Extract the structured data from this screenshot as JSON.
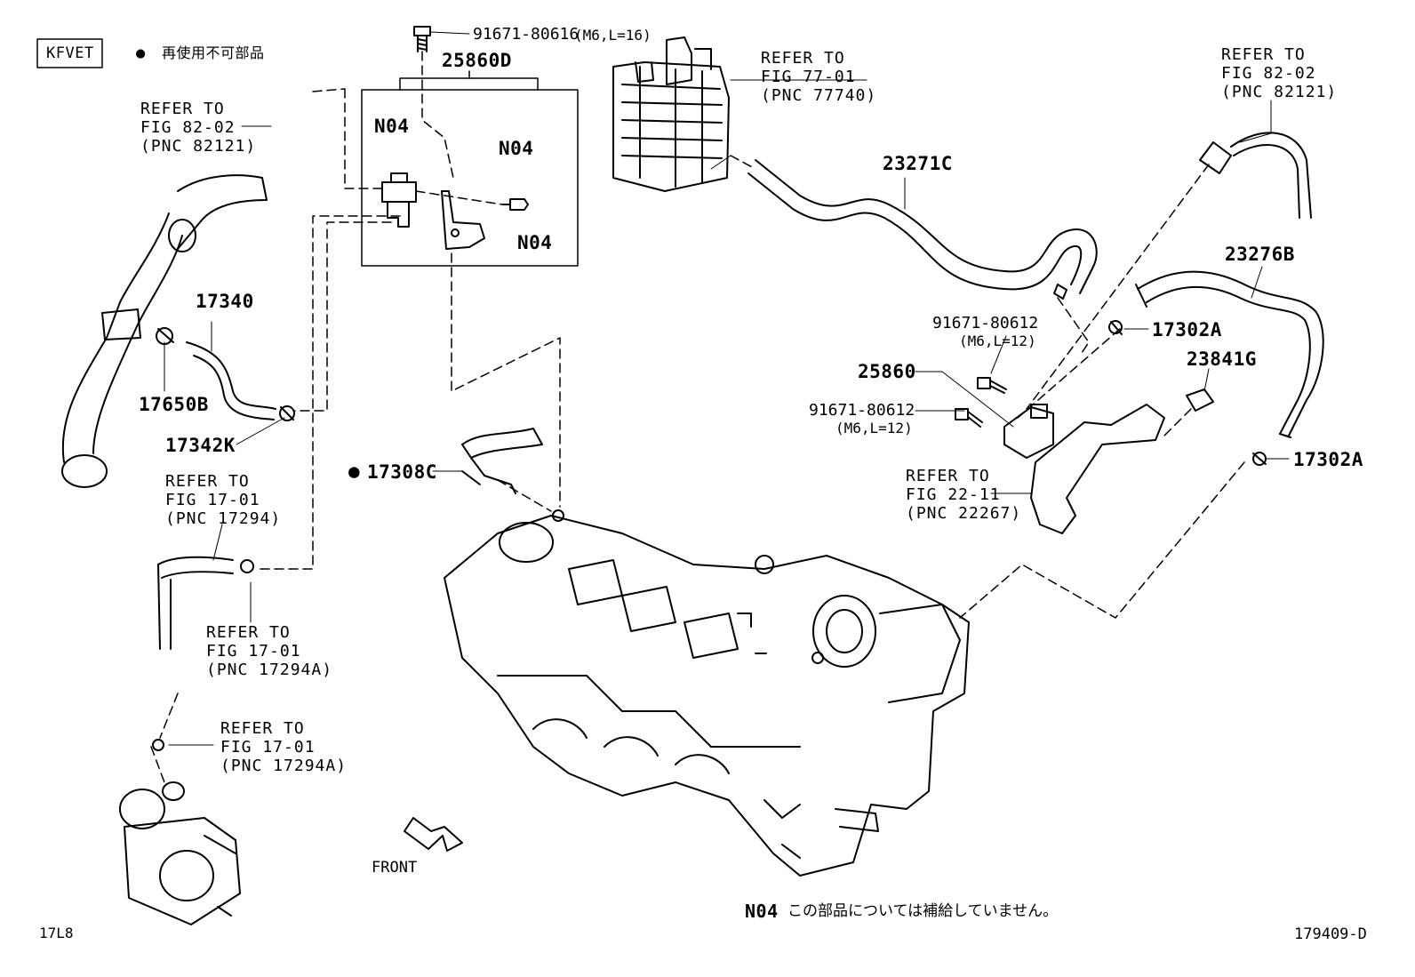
{
  "header": {
    "model_code": "KFVET",
    "legend_symbol": "●",
    "legend_text": "再使用不可部品"
  },
  "parts": {
    "p25860D": "25860D",
    "bolt_top": "91671-80616",
    "bolt_top_spec": "(M6,L=16)",
    "n04_a": "N04",
    "n04_b": "N04",
    "n04_c": "N04",
    "p17340": "17340",
    "p17650B": "17650B",
    "p17342K": "17342K",
    "p17308C": "17308C",
    "p17308C_mark": "●",
    "p23271C": "23271C",
    "p23276B": "23276B",
    "p17302A_a": "17302A",
    "p17302A_b": "17302A",
    "p23841G": "23841G",
    "p25860": "25860",
    "bolt_a": "91671-80612",
    "bolt_a_spec": "(M6,L=12)",
    "bolt_b": "91671-80612",
    "bolt_b_spec": "(M6,L=12)"
  },
  "refs": {
    "r1": {
      "l1": "REFER TO",
      "l2": "FIG 82-02",
      "l3": "(PNC 82121)"
    },
    "r2": {
      "l1": "REFER TO",
      "l2": "FIG 77-01",
      "l3": "(PNC 77740)"
    },
    "r3": {
      "l1": "REFER TO",
      "l2": "FIG 82-02",
      "l3": "(PNC 82121)"
    },
    "r4": {
      "l1": "REFER TO",
      "l2": "FIG 17-01",
      "l3": "(PNC 17294)"
    },
    "r5": {
      "l1": "REFER TO",
      "l2": "FIG 17-01",
      "l3": "(PNC 17294A)"
    },
    "r6": {
      "l1": "REFER TO",
      "l2": "FIG 17-01",
      "l3": "(PNC 17294A)"
    },
    "r7": {
      "l1": "REFER TO",
      "l2": "FIG 22-11",
      "l3": "(PNC 22267)"
    }
  },
  "footer": {
    "front_label": "FRONT",
    "n04_note_code": "N04",
    "n04_note_text": "この部品については補給していません。",
    "page_code": "17L8",
    "figure_id": "179409-D"
  }
}
